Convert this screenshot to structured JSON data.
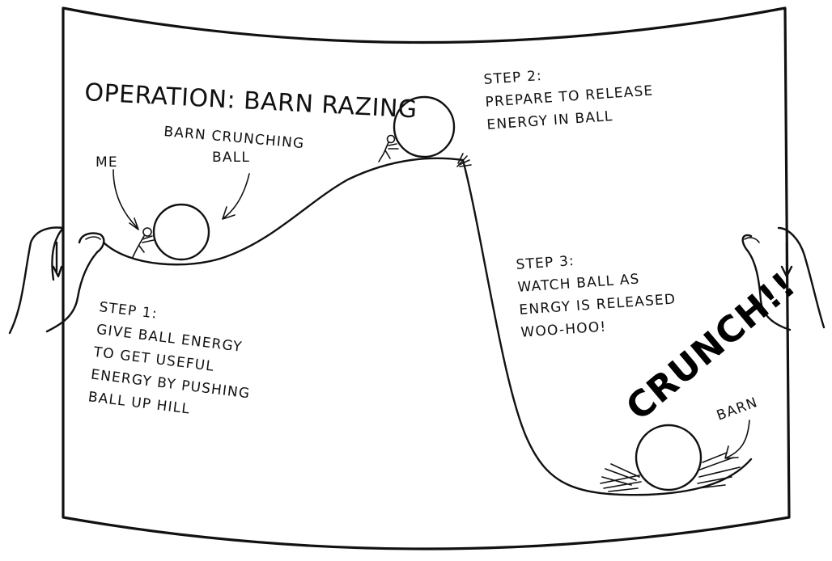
{
  "comic": {
    "title": "OPERATION: BARN RAZING",
    "labels": {
      "me": "ME",
      "ball_line1": "BARN CRUNCHING",
      "ball_line2": "BALL",
      "barn": "BARN",
      "sfx": "CRUNCH!!"
    },
    "steps": [
      {
        "lines": [
          "STEP 1:",
          "GIVE BALL ENERGY",
          "TO GET USEFUL",
          "ENERGY BY PUSHING",
          "BALL UP HILL"
        ]
      },
      {
        "lines": [
          "STEP 2:",
          "PREPARE TO RELEASE",
          "ENERGY IN BALL"
        ]
      },
      {
        "lines": [
          "STEP 3:",
          "WATCH BALL AS",
          "ENRGY IS RELEASED",
          "WOO-HOO!"
        ]
      }
    ]
  }
}
